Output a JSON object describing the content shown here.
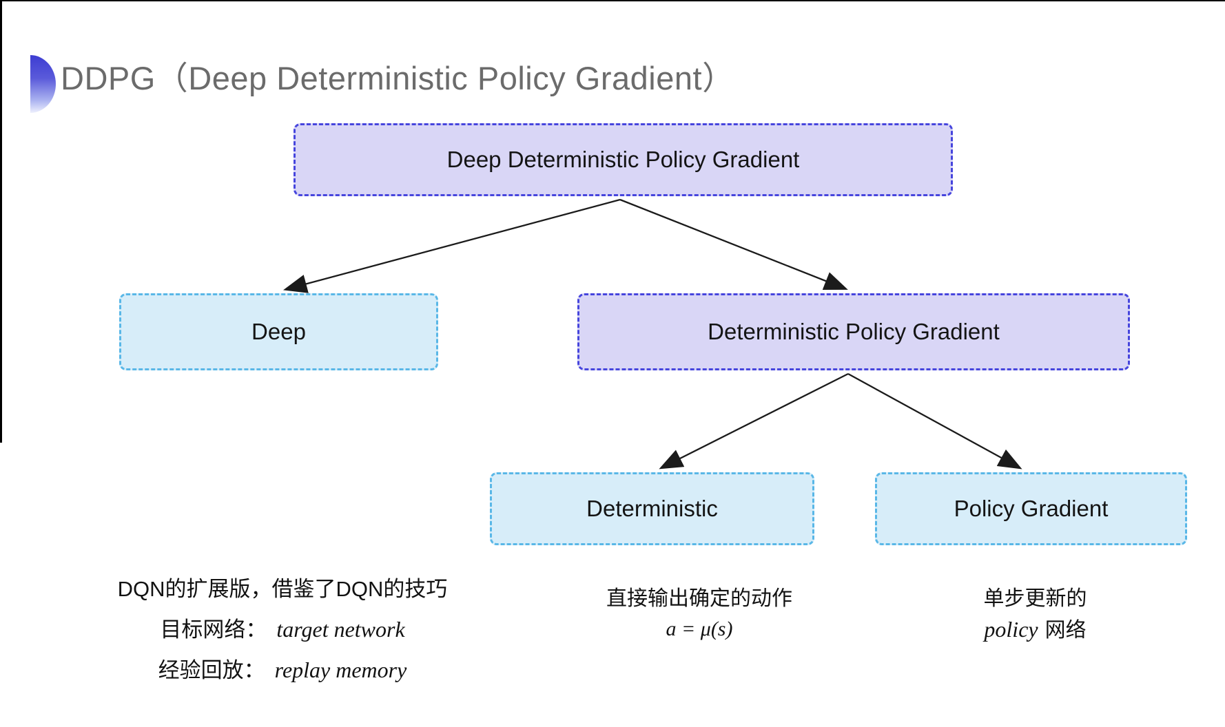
{
  "page": {
    "title": "DDPG（Deep Deterministic Policy Gradient）"
  },
  "colors": {
    "purple_fill": "#d9d6f6",
    "purple_border": "#4645dd",
    "cyan_fill": "#d7edf9",
    "cyan_border": "#59b7e7",
    "title_gray": "#6b6b6b",
    "arrow_black": "#1b1b1b",
    "accent_gradient_top": "#3d3dd2",
    "accent_gradient_bottom": "#eef0fd"
  },
  "diagram": {
    "nodes": [
      {
        "id": "ddpg",
        "label": "Deep Deterministic Policy Gradient",
        "variant": "purple"
      },
      {
        "id": "deep",
        "label": "Deep",
        "variant": "cyan"
      },
      {
        "id": "dpg",
        "label": "Deterministic Policy Gradient",
        "variant": "purple"
      },
      {
        "id": "deterministic",
        "label": "Deterministic",
        "variant": "cyan"
      },
      {
        "id": "policy-gradient",
        "label": "Policy Gradient",
        "variant": "cyan"
      }
    ],
    "edges": [
      {
        "from": "ddpg",
        "to": "deep"
      },
      {
        "from": "ddpg",
        "to": "dpg"
      },
      {
        "from": "dpg",
        "to": "deterministic"
      },
      {
        "from": "dpg",
        "to": "policy-gradient"
      }
    ]
  },
  "annotations": {
    "deep_note": {
      "line1": "DQN的扩展版，借鉴了DQN的技巧",
      "line2_cn": "目标网络：",
      "line2_en": "target network",
      "line3_cn": "经验回放：",
      "line3_en": "replay memory"
    },
    "deterministic_note": {
      "line1": "直接输出确定的动作",
      "formula": "a = μ(s)"
    },
    "pg_note": {
      "line1": "单步更新的",
      "line2_en": "policy",
      "line2_cn": "网络"
    }
  }
}
